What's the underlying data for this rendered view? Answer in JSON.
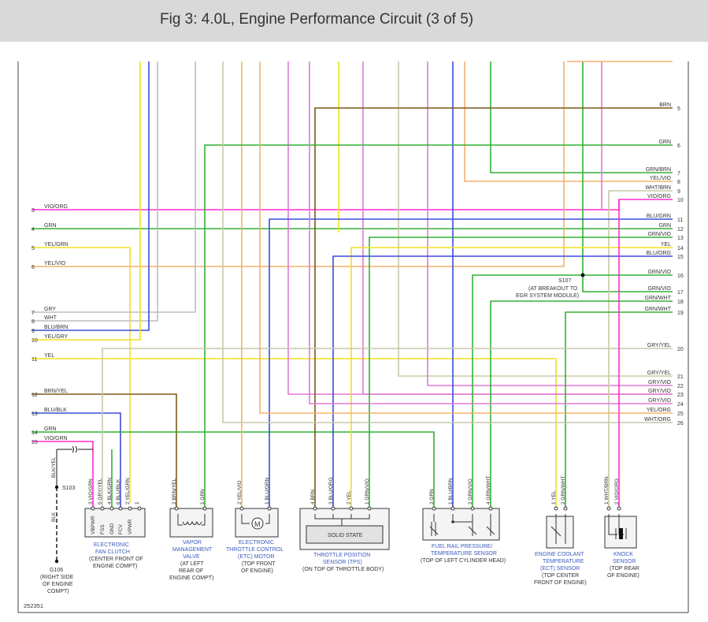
{
  "header": {
    "title": "Fig 3: 4.0L, Engine Performance Circuit (3 of 5)"
  },
  "figure_id": "252351",
  "colors": {
    "VIO": "#e07ad8",
    "ORG": "#f5b06a",
    "YEL": "#f0e020",
    "GRY": "#bdbdbd",
    "GRN": "#33b033",
    "BLU": "#3b4dd8",
    "BRN": "#7a5a1a",
    "MAG": "#ff2bd0",
    "KHAKI": "#c8c8a8",
    "BLK": "#222222",
    "BLUE_LABEL": "#3a5bbf"
  },
  "wires": [
    {
      "num": "3",
      "name": "VIO/ORG",
      "color": "MAG"
    },
    {
      "num": "4",
      "name": "GRN",
      "color": "GRN"
    },
    {
      "num": "5",
      "name": "YEL/GRN",
      "color": "YEL"
    },
    {
      "num": "6",
      "name": "YEL/VIO",
      "color": "ORG"
    },
    {
      "num": "7",
      "name": "GRY",
      "color": "GRY"
    },
    {
      "num": "8",
      "name": "WHT",
      "color": "GRY"
    },
    {
      "num": "9",
      "name": "BLU/BRN",
      "color": "BLU"
    },
    {
      "num": "10",
      "name": "YEL/GRY",
      "color": "YEL"
    },
    {
      "num": "11",
      "name": "YEL",
      "color": "YEL"
    },
    {
      "num": "12",
      "name": "BRN/YEL",
      "color": "BRN"
    },
    {
      "num": "13",
      "name": "BLU/BLK",
      "color": "BLU"
    },
    {
      "num": "14",
      "name": "GRN",
      "color": "GRN"
    },
    {
      "num": "15",
      "name": "VIO/GRN",
      "color": "MAG"
    }
  ],
  "right_wires": [
    {
      "num": "5",
      "name": "BRN"
    },
    {
      "num": "6",
      "name": "GRN"
    },
    {
      "num": "7",
      "name": "GRN/BRN"
    },
    {
      "num": "8",
      "name": "YEL/VIO"
    },
    {
      "num": "9",
      "name": "WHT/BRN"
    },
    {
      "num": "10",
      "name": "VIO/ORG"
    },
    {
      "num": "11",
      "name": "BLU/GRN"
    },
    {
      "num": "12",
      "name": "GRN"
    },
    {
      "num": "13",
      "name": "GRN/VIO"
    },
    {
      "num": "14",
      "name": "YEL"
    },
    {
      "num": "15",
      "name": "BLU/ORG"
    },
    {
      "num": "16",
      "name": "GRN/VIO"
    },
    {
      "num": "17",
      "name": "GRN/VIO"
    },
    {
      "num": "18",
      "name": "GRN/WHT"
    },
    {
      "num": "19",
      "name": "GRN/WHT"
    },
    {
      "num": "20",
      "name": "GRY/YEL"
    },
    {
      "num": "21",
      "name": "GRY/YEL"
    },
    {
      "num": "22",
      "name": "GRY/VIO"
    },
    {
      "num": "23",
      "name": "GRY/VIO"
    },
    {
      "num": "24",
      "name": "GRY/VIO"
    },
    {
      "num": "25",
      "name": "YEL/ORG"
    },
    {
      "num": "26",
      "name": "WHT/ORG"
    }
  ],
  "splice_s107": {
    "id": "S107",
    "desc1": "(AT BREAKOUT TO",
    "desc2": "EGR SYSTEM MODULE)"
  },
  "splice_s103": {
    "id": "S103"
  },
  "ground": {
    "blk_yel": "BLK/YEL",
    "blk": "BLK",
    "id": "G106",
    "l1": "(RIGHT SIDE",
    "l2": "OF ENGINE",
    "l3": "COMPT)"
  },
  "components": {
    "fan_clutch": {
      "pins": [
        "3 VIO/GRN",
        "5 GRY/YEL",
        "4 BLK/GRN",
        "6 BLU/BLK",
        "2 YEL/GRN",
        "1"
      ],
      "terms": [
        "VBPWR",
        "FSS",
        "GND",
        "FCV",
        "VPWR"
      ],
      "l1": "ELECTRONIC",
      "l2": "FAN CLUTCH",
      "l3": "(CENTER FRONT OF",
      "l4": "ENGINE COMPT)"
    },
    "vapor_valve": {
      "pins": [
        "2 BRN/YEL",
        "1 GRN"
      ],
      "l1": "VAPOR",
      "l2": "MANAGEMENT",
      "l3": "VALVE",
      "l4": "(AT LEFT",
      "l5": "REAR OF",
      "l6": "ENGINE COMPT)"
    },
    "etc_motor": {
      "pins": [
        "2 YEL/VIO",
        "1 BLU/GRN"
      ],
      "m": "M",
      "l1": "ELECTRONIC",
      "l2": "THROTTLE CONTROL",
      "l3": "(ETC) MOTOR",
      "l4": "(TOP FRONT",
      "l5": "OF ENGINE)"
    },
    "tps": {
      "pins": [
        "4 BRN",
        "3 BLU/ORG",
        "2 YEL",
        "1 GRN/VIO"
      ],
      "solid": "SOLID STATE",
      "l1": "THROTTLE POSITION",
      "l2": "SENSOR (TPS)",
      "l3": "(ON TOP OF THROTTLE BODY)"
    },
    "fuel_rail": {
      "pins": [
        "3 GRN",
        "1 BLU/BRN",
        "2 GRN/VIO",
        "4 GRN/WHT"
      ],
      "l1": "FUEL RAIL PRESSURE/",
      "l2": "TEMPERATURE SENSOR",
      "l3": "(TOP OF LEFT CYLINDER HEAD)"
    },
    "ect": {
      "pins": [
        "1 YEL",
        "2 GRN/WHT"
      ],
      "l1": "ENGINE COOLANT",
      "l2": "TEMPERATURE",
      "l3": "(ECT) SENSOR",
      "l4": "(TOP CENTER",
      "l5": "FRONT OF ENGINE)"
    },
    "knock": {
      "pins": [
        "1 WHT/BRN",
        "2 VIO/ORG"
      ],
      "l1": "KNOCK",
      "l2": "SENSOR",
      "l3": "(TOP REAR",
      "l4": "OF ENGINE)"
    }
  }
}
